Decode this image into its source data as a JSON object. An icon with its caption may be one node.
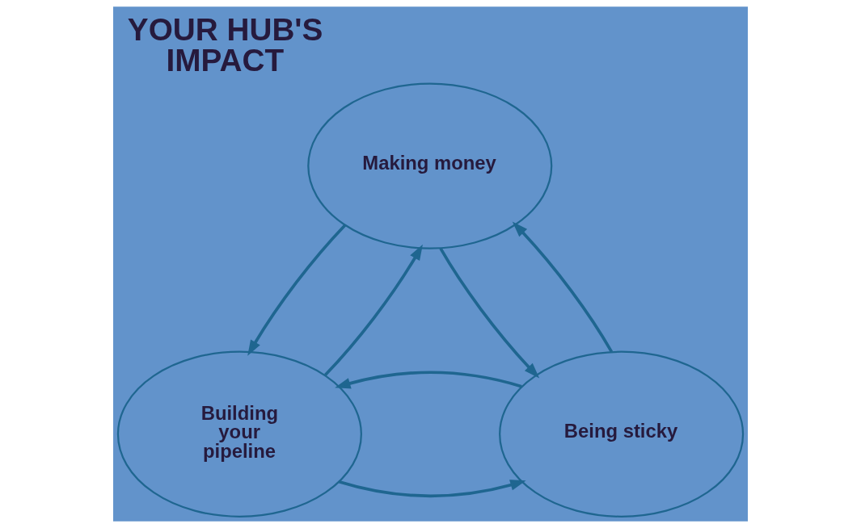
{
  "diagram": {
    "title": "YOUR HUB'S IMPACT",
    "nodes": [
      {
        "text": [
          "Making money"
        ]
      },
      {
        "text": [
          "Building your pipeline"
        ]
      },
      {
        "text": [
          "Being sticky"
        ]
      }
    ],
    "edges": [
      {
        "from": 0,
        "to": 1,
        "arrow": "to"
      },
      {
        "from": 1,
        "to": 0,
        "arrow": "to"
      },
      {
        "from": 0,
        "to": 2,
        "arrow": "to"
      },
      {
        "from": 2,
        "to": 0,
        "arrow": "to"
      },
      {
        "from": 1,
        "to": 2,
        "arrow": "to"
      },
      {
        "from": 2,
        "to": 1,
        "arrow": "to"
      }
    ]
  }
}
